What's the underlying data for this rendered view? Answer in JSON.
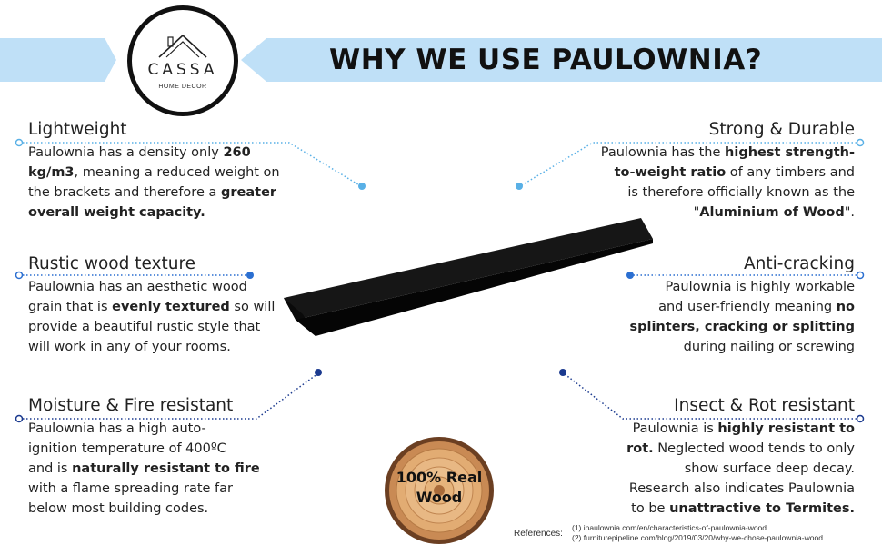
{
  "brand": {
    "name": "CASSA",
    "tagline": "HOME DECOR"
  },
  "headline": "WHY WE USE PAULOWNIA?",
  "features": {
    "lightweight": {
      "title": "Lightweight",
      "lines": [
        [
          "Paulownia has a density only ",
          {
            "b": "260"
          }
        ],
        [
          {
            "b": "kg/m3"
          },
          ", meaning a reduced weight on"
        ],
        [
          "the brackets and therefore a ",
          {
            "b": "greater"
          }
        ],
        [
          {
            "b": "overall weight capacity."
          }
        ]
      ]
    },
    "strong": {
      "title": "Strong & Durable",
      "lines": [
        [
          "Paulownia has the ",
          {
            "b": "highest strength-"
          }
        ],
        [
          {
            "b": "to-weight ratio"
          },
          " of any timbers and"
        ],
        [
          "is therefore officially known as the"
        ],
        [
          "\"",
          {
            "b": "Aluminium of Wood"
          },
          "\"."
        ]
      ]
    },
    "rustic": {
      "title": "Rustic wood texture",
      "lines": [
        [
          "Paulownia has an aesthetic wood"
        ],
        [
          "grain that is ",
          {
            "b": "evenly textured"
          },
          " so will"
        ],
        [
          "provide a beautiful rustic style that"
        ],
        [
          "will work in any of your rooms."
        ]
      ]
    },
    "anticracking": {
      "title": "Anti-cracking",
      "lines": [
        [
          "Paulownia is highly workable"
        ],
        [
          "and user-friendly meaning ",
          {
            "b": "no"
          }
        ],
        [
          {
            "b": "splinters, cracking or splitting"
          }
        ],
        [
          "during nailing or screwing"
        ]
      ]
    },
    "moisture": {
      "title": "Moisture & Fire resistant",
      "lines": [
        [
          "Paulownia has a high auto-"
        ],
        [
          "ignition temperature of 400ºC"
        ],
        [
          "and is ",
          {
            "b": "naturally resistant to fire"
          }
        ],
        [
          "with a flame spreading rate far"
        ],
        [
          "below most building codes."
        ]
      ]
    },
    "insect": {
      "title": "Insect & Rot resistant",
      "lines": [
        [
          "Paulownia is ",
          {
            "b": "highly resistant to"
          }
        ],
        [
          {
            "b": "rot."
          },
          " Neglected wood tends to only"
        ],
        [
          "show surface deep decay."
        ],
        [
          "Research also indicates Paulownia"
        ],
        [
          "to be ",
          {
            "b": "unattractive to Termites."
          }
        ]
      ]
    }
  },
  "badge": {
    "line1": "100% Real",
    "line2": "Wood"
  },
  "references": {
    "label": "References:",
    "items": [
      "(1) ipaulownia.com/en/characteristics-of-paulownia-wood",
      "(2) furniturepipeline.com/blog/2019/03/20/why-we-chose-paulownia-wood"
    ]
  },
  "colors": {
    "banner": "#bfe0f7",
    "light_blue": "#59b0e6",
    "mid_blue": "#2b6fd1",
    "dark_blue": "#1b3a8f",
    "shelf": "#111111"
  }
}
